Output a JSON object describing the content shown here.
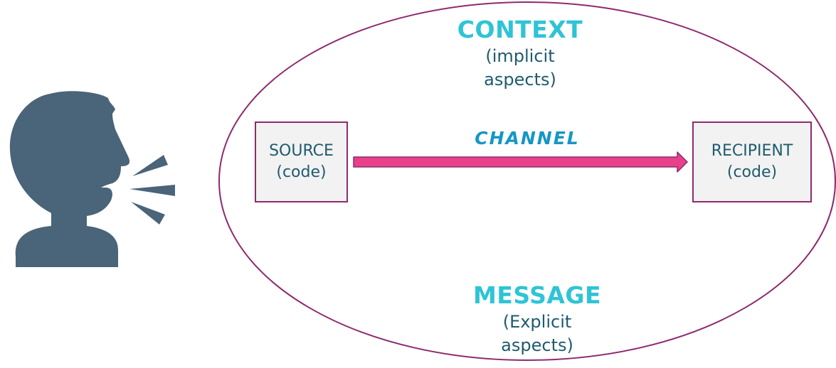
{
  "context": {
    "heading": "CONTEXT",
    "line1": "(implicit",
    "line2": "aspects)"
  },
  "source": {
    "line1": "SOURCE",
    "line2": "(code)"
  },
  "channel": {
    "label": "CHANNEL"
  },
  "recipient": {
    "line1": "RECIPIENT",
    "line2": "(code)"
  },
  "message": {
    "heading": "MESSAGE",
    "line1": "(Explicit",
    "line2": "aspects)"
  },
  "colors": {
    "speaker": "#4a6479",
    "ellipse_stroke": "#8e2a6e",
    "arrow_fill": "#e8418a",
    "heading": "#2ec4d6",
    "body_text": "#1f5b6e",
    "channel_text": "#1597c4",
    "box_fill": "#f2f2f2"
  },
  "icons": {
    "speaker": "speaking-head-icon"
  }
}
